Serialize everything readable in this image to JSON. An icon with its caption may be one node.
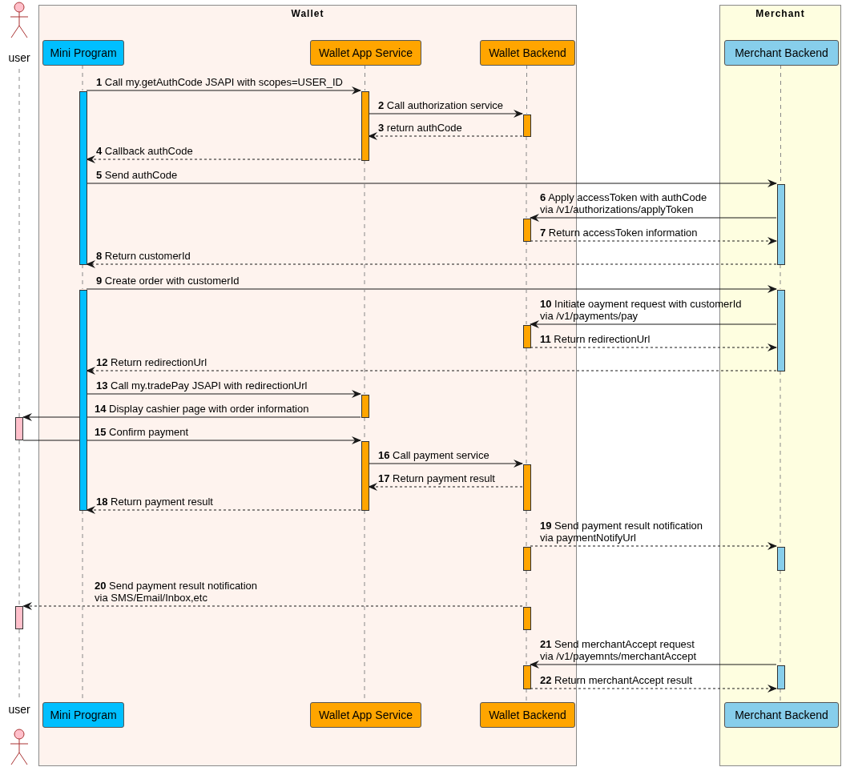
{
  "diagram": {
    "nodes": [
      {
        "text": [
          "user"
        ]
      },
      {
        "text": [
          "Wallet"
        ]
      },
      {
        "text": [
          "Mini Program"
        ],
        "in": 1
      },
      {
        "text": [
          "Wallet App Service"
        ],
        "in": 1
      },
      {
        "text": [
          "Wallet Backend"
        ],
        "in": 1
      },
      {
        "text": [
          "Merchant"
        ]
      },
      {
        "text": [
          "Merchant Backend"
        ],
        "in": 5
      },
      {
        "text": [],
        "shape": "bar",
        "in": 1
      },
      {
        "text": [],
        "shape": "bar",
        "in": 1
      },
      {
        "text": [],
        "shape": "bar",
        "in": 1
      },
      {
        "text": [],
        "shape": "bar",
        "in": 5
      },
      {
        "text": [],
        "shape": "bar",
        "in": 1
      },
      {
        "text": [],
        "shape": "bar",
        "in": 1
      },
      {
        "text": [],
        "shape": "bar",
        "in": 5
      },
      {
        "text": [],
        "shape": "bar",
        "in": 1
      },
      {
        "text": [],
        "shape": "bar",
        "in": 1
      },
      {
        "text": [],
        "shape": "bar"
      },
      {
        "text": [],
        "shape": "bar",
        "in": 1
      },
      {
        "text": [],
        "shape": "bar",
        "in": 1
      },
      {
        "text": [],
        "shape": "bar",
        "in": 1
      },
      {
        "text": [],
        "shape": "bar",
        "in": 5
      },
      {
        "text": [],
        "shape": "bar"
      },
      {
        "text": [],
        "shape": "bar",
        "in": 1
      },
      {
        "text": [],
        "shape": "bar",
        "in": 1
      },
      {
        "text": [],
        "shape": "bar",
        "in": 5
      },
      {
        "text": [
          "user"
        ]
      },
      {
        "text": [
          "Mini Program"
        ],
        "in": 1
      },
      {
        "text": [
          "Wallet App Service"
        ],
        "in": 1
      },
      {
        "text": [
          "Wallet Backend"
        ],
        "in": 1
      },
      {
        "text": [
          "Merchant Backend"
        ],
        "in": 5
      }
    ],
    "edges": [
      {
        "from": 7,
        "to": 8,
        "arrow": "to",
        "color": "#181818",
        "label": "**1** Call my.getAuthCode JSAPI with scopes=USER_ID"
      },
      {
        "from": 8,
        "to": 9,
        "arrow": "to",
        "color": "#181818",
        "label": "**2** Call authorization service"
      },
      {
        "from": 9,
        "to": 8,
        "arrow": "to",
        "style": "dashed",
        "color": "#181818",
        "label": "**3** return authCode"
      },
      {
        "from": 8,
        "to": 7,
        "arrow": "to",
        "style": "dashed",
        "color": "#181818",
        "label": "**4** Callback authCode"
      },
      {
        "from": 7,
        "to": 10,
        "arrow": "to",
        "color": "#181818",
        "label": "**5** Send authCode"
      },
      {
        "from": 10,
        "to": 11,
        "arrow": "to",
        "color": "#181818",
        "label": "**6** Apply accessToken with authCode via /v1/authorizations/applyToken"
      },
      {
        "from": 11,
        "to": 10,
        "arrow": "to",
        "style": "dashed",
        "color": "#181818",
        "label": "**7** Return accessToken information"
      },
      {
        "from": 10,
        "to": 7,
        "arrow": "to",
        "style": "dashed",
        "color": "#181818",
        "label": "**8** Return customerId"
      },
      {
        "from": 12,
        "to": 13,
        "arrow": "to",
        "color": "#181818",
        "label": "**9** Create order with customerId"
      },
      {
        "from": 13,
        "to": 14,
        "arrow": "to",
        "color": "#181818",
        "label": "**10** Initiate oayment request with customerId via /v1/payments/pay"
      },
      {
        "from": 14,
        "to": 13,
        "arrow": "to",
        "style": "dashed",
        "color": "#181818",
        "label": "**11** Return redirectionUrl"
      },
      {
        "from": 13,
        "to": 12,
        "arrow": "to",
        "style": "dashed",
        "color": "#181818",
        "label": "**12** Return redirectionUrl"
      },
      {
        "from": 12,
        "to": 15,
        "arrow": "to",
        "color": "#181818",
        "label": "**13** Call my.tradePay JSAPI with redirectionUrl"
      },
      {
        "from": 15,
        "to": 16,
        "arrow": "to",
        "color": "#181818",
        "label": "**14** Display cashier page with order information"
      },
      {
        "from": 16,
        "to": 17,
        "arrow": "to",
        "color": "#181818",
        "label": "**15** Confirm payment"
      },
      {
        "from": 17,
        "to": 18,
        "arrow": "to",
        "color": "#181818",
        "label": "**16** Call payment service"
      },
      {
        "from": 18,
        "to": 17,
        "arrow": "to",
        "style": "dashed",
        "color": "#181818",
        "label": "**17** Return payment result"
      },
      {
        "from": 17,
        "to": 12,
        "arrow": "to",
        "style": "dashed",
        "color": "#181818",
        "label": "**18** Return payment result"
      },
      {
        "from": 19,
        "to": 20,
        "arrow": "to",
        "style": "dashed",
        "color": "#181818",
        "label": "**19** Send payment result notification via paymentNotifyUrl"
      },
      {
        "from": 22,
        "to": 21,
        "arrow": "to",
        "style": "dashed",
        "color": "#181818",
        "label": "**20** Send payment result notification via SMS/Email/Inbox,etc"
      },
      {
        "from": 24,
        "to": 23,
        "arrow": "to",
        "color": "#181818",
        "label": "**21** Send merchantAccept request via /v1/payemnts/merchantAccept"
      },
      {
        "from": 23,
        "to": 24,
        "arrow": "to",
        "style": "dashed",
        "color": "#181818",
        "label": "**22** Return merchantAccept result"
      },
      {
        "from": 0,
        "to": 16,
        "arrow": "none",
        "style": "dashed"
      },
      {
        "from": 16,
        "to": 21,
        "arrow": "none",
        "style": "dashed"
      },
      {
        "from": 21,
        "to": 25,
        "arrow": "none",
        "style": "dashed"
      },
      {
        "from": 2,
        "to": 7,
        "arrow": "none",
        "style": "dashed"
      },
      {
        "from": 7,
        "to": 12,
        "arrow": "none",
        "style": "dashed"
      },
      {
        "from": 12,
        "to": 26,
        "arrow": "none",
        "style": "dashed"
      },
      {
        "from": 3,
        "to": 8,
        "arrow": "none",
        "style": "dashed"
      },
      {
        "from": 8,
        "to": 15,
        "arrow": "none",
        "style": "dashed"
      },
      {
        "from": 15,
        "to": 17,
        "arrow": "none",
        "style": "dashed"
      },
      {
        "from": 17,
        "to": 27,
        "arrow": "none",
        "style": "dashed"
      },
      {
        "from": 4,
        "to": 9,
        "arrow": "none",
        "style": "dashed"
      },
      {
        "from": 9,
        "to": 11,
        "arrow": "none",
        "style": "dashed"
      },
      {
        "from": 11,
        "to": 14,
        "arrow": "none",
        "style": "dashed"
      },
      {
        "from": 14,
        "to": 18,
        "arrow": "none",
        "style": "dashed"
      },
      {
        "from": 18,
        "to": 19,
        "arrow": "none",
        "style": "dashed"
      },
      {
        "from": 19,
        "to": 22,
        "arrow": "none",
        "style": "dashed"
      },
      {
        "from": 22,
        "to": 23,
        "arrow": "none",
        "style": "dashed"
      },
      {
        "from": 23,
        "to": 28,
        "arrow": "none",
        "style": "dashed"
      },
      {
        "from": 6,
        "to": 10,
        "arrow": "none",
        "style": "dashed"
      },
      {
        "from": 10,
        "to": 13,
        "arrow": "none",
        "style": "dashed"
      },
      {
        "from": 13,
        "to": 20,
        "arrow": "none",
        "style": "dashed"
      },
      {
        "from": 20,
        "to": 24,
        "arrow": "none",
        "style": "dashed"
      },
      {
        "from": 24,
        "to": 29,
        "arrow": "none",
        "style": "dashed"
      }
    ]
  }
}
